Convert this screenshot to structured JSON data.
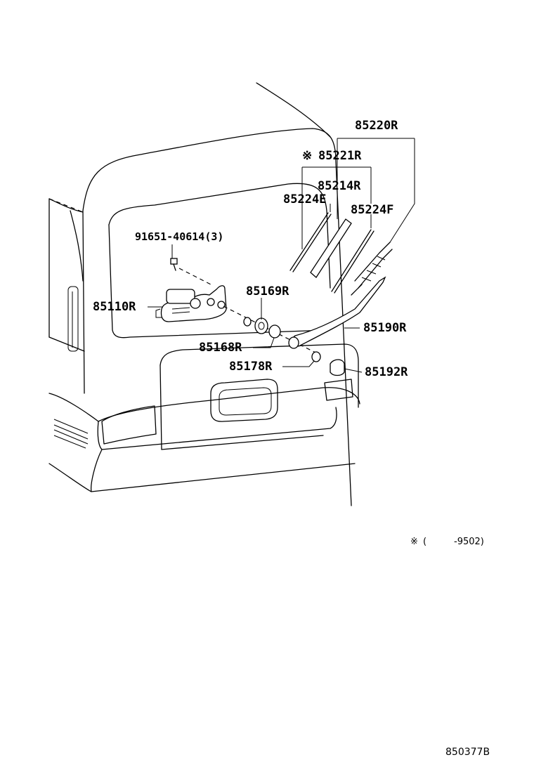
{
  "parts": {
    "p85220R": "85220R",
    "p85221R": "85221R",
    "p85221R_mark": "※",
    "p85214R": "85214R",
    "p85224E": "85224E",
    "p85224F": "85224F",
    "p91651": "91651-40614(3)",
    "p85169R": "85169R",
    "p85110R": "85110R",
    "p85190R": "85190R",
    "p85168R": "85168R",
    "p85178R": "85178R",
    "p85192R": "85192R"
  },
  "footnote": {
    "mark": "※",
    "paren_open": "(",
    "range": "-9502)"
  },
  "illustration_code": "850377B"
}
